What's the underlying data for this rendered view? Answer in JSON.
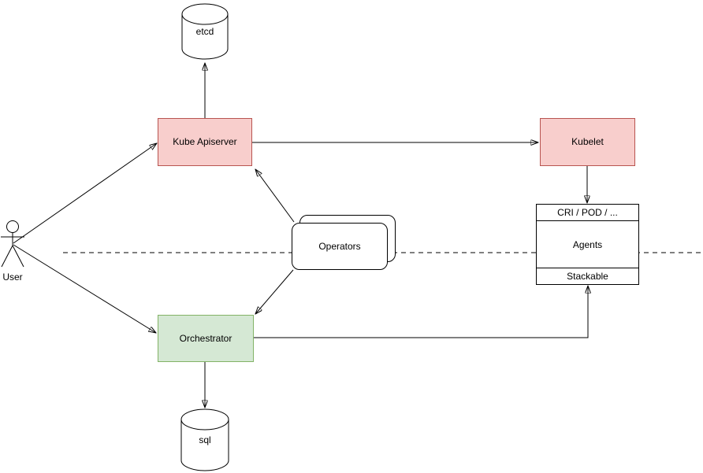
{
  "nodes": {
    "etcd": {
      "label": "etcd"
    },
    "kube_apiserver": {
      "label": "Kube Apiserver"
    },
    "kubelet": {
      "label": "Kubelet"
    },
    "operators": {
      "label": "Operators"
    },
    "agents": {
      "header": "CRI / POD / ...",
      "body": "Agents",
      "footer": "Stackable"
    },
    "orchestrator": {
      "label": "Orchestrator"
    },
    "sql": {
      "label": "sql"
    },
    "user": {
      "label": "User"
    }
  },
  "edges": [
    {
      "from": "user",
      "to": "kube_apiserver",
      "style": "solid",
      "arrow": "end"
    },
    {
      "from": "user",
      "to": "orchestrator",
      "style": "solid",
      "arrow": "end"
    },
    {
      "from": "kube_apiserver",
      "to": "etcd",
      "style": "solid",
      "arrow": "end"
    },
    {
      "from": "kube_apiserver",
      "to": "kubelet",
      "style": "solid",
      "arrow": "end"
    },
    {
      "from": "operators",
      "to": "kube_apiserver",
      "style": "solid",
      "arrow": "end"
    },
    {
      "from": "operators",
      "to": "orchestrator",
      "style": "solid",
      "arrow": "end"
    },
    {
      "from": "kubelet",
      "to": "agents",
      "style": "solid",
      "arrow": "end"
    },
    {
      "from": "orchestrator",
      "to": "sql",
      "style": "solid",
      "arrow": "end"
    },
    {
      "from": "orchestrator",
      "to": "agents_footer",
      "style": "solid-elbow",
      "arrow": "end"
    },
    {
      "from": "separator",
      "to": "separator",
      "style": "dashed",
      "arrow": "none"
    }
  ],
  "colors": {
    "red_fill": "#f8cecc",
    "red_stroke": "#b85450",
    "green_fill": "#d5e8d4",
    "green_stroke": "#82b366",
    "box_fill": "#ffffff",
    "box_stroke": "#000000",
    "connector": "#000000",
    "background": "#ffffff"
  }
}
